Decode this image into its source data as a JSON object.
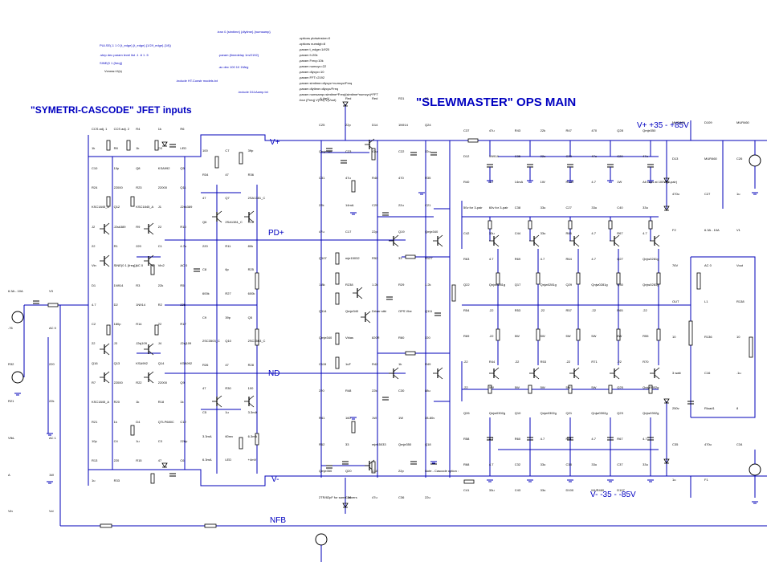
{
  "titles": {
    "input_stage": "\"SYMETRI-CASCODE\"  JFET inputs",
    "main": "\"SLEWMASTER\" OPS MAIN"
  },
  "rails": {
    "vplus_range": "V+ +35  -  +85V",
    "vminus_range": "V- -35 -  -85V"
  },
  "nets": {
    "vplus": "V+",
    "vminus": "V-",
    "pd_plus": "PD+",
    "nd_minus": "ND-",
    "nfb": "NFB"
  },
  "spice_directives": [
    {
      "text": ".tran 0 {simtime} {dlytime} {numsamp}"
    },
    {
      "text": "PULSE(-1 1 0 {t_edge} {t_edge} {1/2/f_edge} {1/f})"
    },
    {
      "text": ".step dec param level list .1 .6 1 .5"
    },
    {
      "text": "SINE(0 1 {freq})"
    },
    {
      "text": ".param {timedelay 1m/2192}"
    },
    {
      "text": ".ac dec 100 10 1Meg"
    },
    {
      "text": ".include HT.Constr models.txt"
    },
    {
      "text": ".include D11Aamp.txt"
    },
    {
      "text": ".options plotwinsize=0"
    },
    {
      "text": ".options numdgt=8"
    },
    {
      "text": ".param t_edge=1/f/20"
    },
    {
      "text": ".param f=20k"
    },
    {
      "text": ".param Freq=10k"
    },
    {
      "text": ".param numcyc=22"
    },
    {
      "text": ".param dlycyc=10"
    },
    {
      "text": ".param FFT=2192"
    },
    {
      "text": ".param simtime=dlycyc+numcyc/Freq"
    },
    {
      "text": ".param dlytime=dlycyc/Freq"
    },
    {
      "text": ".param numsamp=simtime*Freq/(simtime*numcyc)*FFT"
    },
    {
      "text": ".four {Freq} V(VN) V(Vout)"
    },
    {
      "text": "Vcross=V(s)"
    }
  ],
  "labels": [
    {
      "text": "CCS adj. 1"
    },
    {
      "text": "CCS adj. 2"
    },
    {
      "text": "R4"
    },
    {
      "text": "1k"
    },
    {
      "text": "R6"
    },
    {
      "text": "1k"
    },
    {
      "text": "R8"
    },
    {
      "text": "1k"
    },
    {
      "text": "D3"
    },
    {
      "text": "LED"
    },
    {
      "text": "C10"
    },
    {
      "text": "10p"
    },
    {
      "text": "Q8"
    },
    {
      "text": "KSA992"
    },
    {
      "text": "Q5"
    },
    {
      "text": "R24"
    },
    {
      "text": "22000"
    },
    {
      "text": "R23"
    },
    {
      "text": "22000"
    },
    {
      "text": "Q11"
    },
    {
      "text": "KSC1845_A"
    },
    {
      "text": "Q12"
    },
    {
      "text": "KSC1845_A"
    },
    {
      "text": "J1"
    },
    {
      "text": "J2sk389"
    },
    {
      "text": "J2"
    },
    {
      "text": "J2sk389"
    },
    {
      "text": "R9"
    },
    {
      "text": "22"
    },
    {
      "text": "R10"
    },
    {
      "text": "22"
    },
    {
      "text": "R1"
    },
    {
      "text": "220"
    },
    {
      "text": "C1"
    },
    {
      "text": "4.7u"
    },
    {
      "text": "Vin"
    },
    {
      "text": "SINE(0 1 {freq})"
    },
    {
      "text": "AC 0"
    },
    {
      "text": "Vin2"
    },
    {
      "text": "AC 0"
    },
    {
      "text": "D1"
    },
    {
      "text": "1N914"
    },
    {
      "text": "R3"
    },
    {
      "text": "22k"
    },
    {
      "text": "R5"
    },
    {
      "text": "4.7"
    },
    {
      "text": "D2"
    },
    {
      "text": "1N914"
    },
    {
      "text": "R2"
    },
    {
      "text": "22k"
    },
    {
      "text": "C2"
    },
    {
      "text": "180p"
    },
    {
      "text": "R14"
    },
    {
      "text": "22"
    },
    {
      "text": "R17"
    },
    {
      "text": "22"
    },
    {
      "text": "J3"
    },
    {
      "text": "J2sj109"
    },
    {
      "text": "J4"
    },
    {
      "text": "J2sj109"
    },
    {
      "text": "Q16"
    },
    {
      "text": "Q13"
    },
    {
      "text": "KSA992"
    },
    {
      "text": "Q14"
    },
    {
      "text": "KSA992"
    },
    {
      "text": "R7"
    },
    {
      "text": "22000"
    },
    {
      "text": "R22"
    },
    {
      "text": "22000"
    },
    {
      "text": "Q9"
    },
    {
      "text": "KSC1845_A"
    },
    {
      "text": "R20"
    },
    {
      "text": "1k"
    },
    {
      "text": "R18"
    },
    {
      "text": "1k"
    },
    {
      "text": "R21"
    },
    {
      "text": "1k"
    },
    {
      "text": "D4"
    },
    {
      "text": "QTLP680C"
    },
    {
      "text": "C12"
    },
    {
      "text": "10p"
    },
    {
      "text": "C4"
    },
    {
      "text": "1u"
    },
    {
      "text": "C3"
    },
    {
      "text": "220p"
    },
    {
      "text": "R13"
    },
    {
      "text": "220"
    },
    {
      "text": "R15"
    },
    {
      "text": "47"
    },
    {
      "text": "C6"
    },
    {
      "text": "1u"
    },
    {
      "text": "R33"
    },
    {
      "text": "100"
    },
    {
      "text": "C7"
    },
    {
      "text": "39p"
    },
    {
      "text": "R34"
    },
    {
      "text": "47"
    },
    {
      "text": "R36"
    },
    {
      "text": "47"
    },
    {
      "text": "Q7"
    },
    {
      "text": "2SA1381_C"
    },
    {
      "text": "Q6"
    },
    {
      "text": "2SA1381_C"
    },
    {
      "text": "R12"
    },
    {
      "text": "220"
    },
    {
      "text": "R11"
    },
    {
      "text": "80k"
    },
    {
      "text": "C8"
    },
    {
      "text": "6p"
    },
    {
      "text": "R25"
    },
    {
      "text": "600k"
    },
    {
      "text": "R27"
    },
    {
      "text": "600k"
    },
    {
      "text": "C9"
    },
    {
      "text": "39p"
    },
    {
      "text": "Q5"
    },
    {
      "text": "2SC3503_C"
    },
    {
      "text": "Q10"
    },
    {
      "text": "2SC3503_C"
    },
    {
      "text": "R26"
    },
    {
      "text": "47"
    },
    {
      "text": "R28"
    },
    {
      "text": "47"
    },
    {
      "text": "R30"
    },
    {
      "text": "100"
    },
    {
      "text": "C5"
    },
    {
      "text": "1u"
    },
    {
      "text": "3.3mA"
    },
    {
      "text": "3.3mA"
    },
    {
      "text": "60mv"
    },
    {
      "text": "6.3mA"
    },
    {
      "text": "6.3mA"
    },
    {
      "text": "LED"
    },
    {
      "text": "+4mV"
    },
    {
      "text": "-4.4mV"
    },
    {
      "text": "Red"
    },
    {
      "text": "Red"
    },
    {
      "text": "R31"
    },
    {
      "text": "22"
    },
    {
      "text": "C25"
    },
    {
      "text": "22p"
    },
    {
      "text": "D14"
    },
    {
      "text": "1N914"
    },
    {
      "text": "Q24"
    },
    {
      "text": "Qmje340"
    },
    {
      "text": "C23"
    },
    {
      "text": "47u"
    },
    {
      "text": "C22"
    },
    {
      "text": "22u"
    },
    {
      "text": "C31"
    },
    {
      "text": "47u"
    },
    {
      "text": "R46"
    },
    {
      "text": "470"
    },
    {
      "text": "R35"
    },
    {
      "text": "22k"
    },
    {
      "text": "14mA"
    },
    {
      "text": "C29"
    },
    {
      "text": "22u"
    },
    {
      "text": "C21"
    },
    {
      "text": "47u"
    },
    {
      "text": "C17"
    },
    {
      "text": "22p"
    },
    {
      "text": "Q19"
    },
    {
      "text": "Qmje340"
    },
    {
      "text": "Q107"
    },
    {
      "text": "mje15032"
    },
    {
      "text": "R52"
    },
    {
      "text": "33"
    },
    {
      "text": "R127"
    },
    {
      "text": "1.8k"
    },
    {
      "text": "R238"
    },
    {
      "text": "1.2k"
    },
    {
      "text": "R29"
    },
    {
      "text": "1.2k"
    },
    {
      "text": "Q114"
    },
    {
      "text": "Qmje340"
    },
    {
      "text": "Driver stbi"
    },
    {
      "text": "OPS Vbe"
    },
    {
      "text": "Q111"
    },
    {
      "text": "Qmje340"
    },
    {
      "text": "Vbias"
    },
    {
      "text": "820R"
    },
    {
      "text": "R60"
    },
    {
      "text": "220"
    },
    {
      "text": "C115"
    },
    {
      "text": "1uF"
    },
    {
      "text": "R42"
    },
    {
      "text": "1k"
    },
    {
      "text": "R49"
    },
    {
      "text": "220"
    },
    {
      "text": "R48"
    },
    {
      "text": "22k"
    },
    {
      "text": "C30"
    },
    {
      "text": "88u"
    },
    {
      "text": "R41"
    },
    {
      "text": "160"
    },
    {
      "text": "1W"
    },
    {
      "text": "1W"
    },
    {
      "text": "28-80v"
    },
    {
      "text": "R62"
    },
    {
      "text": "33"
    },
    {
      "text": "mje15033"
    },
    {
      "text": "Qmje350"
    },
    {
      "text": "Q18"
    },
    {
      "text": "Qmje350"
    },
    {
      "text": "Q20"
    },
    {
      "text": "C18"
    },
    {
      "text": "22p"
    },
    {
      "text": "Note - Cascode option :"
    },
    {
      "text": "2TR/82pF for same drivers"
    },
    {
      "text": "C34"
    },
    {
      "text": "47u"
    },
    {
      "text": "C36"
    },
    {
      "text": "22u"
    },
    {
      "text": "C37"
    },
    {
      "text": "47u"
    },
    {
      "text": "R43"
    },
    {
      "text": "22k"
    },
    {
      "text": "R47"
    },
    {
      "text": "470"
    },
    {
      "text": "Q28"
    },
    {
      "text": "Qmje350"
    },
    {
      "text": "D12"
    },
    {
      "text": "1N914"
    },
    {
      "text": "C35"
    },
    {
      "text": "22u"
    },
    {
      "text": "C33"
    },
    {
      "text": "47u"
    },
    {
      "text": "C20"
    },
    {
      "text": "47u"
    },
    {
      "text": "R40"
    },
    {
      "text": "4.7"
    },
    {
      "text": "14mA"
    },
    {
      "text": "1W"
    },
    {
      "text": "R139"
    },
    {
      "text": "4.7"
    },
    {
      "text": "1W"
    },
    {
      "text": "All caps at 100V (8-pair)"
    },
    {
      "text": "50v for 3-pair"
    },
    {
      "text": "60v for 3-pair"
    },
    {
      "text": "C38"
    },
    {
      "text": "33u"
    },
    {
      "text": "C27"
    },
    {
      "text": "33u"
    },
    {
      "text": "C40"
    },
    {
      "text": "33u"
    },
    {
      "text": "C42"
    },
    {
      "text": "33u"
    },
    {
      "text": "C44"
    },
    {
      "text": "33u"
    },
    {
      "text": "R66"
    },
    {
      "text": "4.7"
    },
    {
      "text": "R67"
    },
    {
      "text": "4.7"
    },
    {
      "text": "R63"
    },
    {
      "text": "4.7"
    },
    {
      "text": "R69"
    },
    {
      "text": "4.7"
    },
    {
      "text": "R64"
    },
    {
      "text": "4.7"
    },
    {
      "text": "Q27"
    },
    {
      "text": "Qnjw0281g"
    },
    {
      "text": "Q22"
    },
    {
      "text": "Qnjw0281g"
    },
    {
      "text": "Q17"
    },
    {
      "text": "Qnjw0281g"
    },
    {
      "text": "Q29"
    },
    {
      "text": "Qnjw0281g"
    },
    {
      "text": "Q30"
    },
    {
      "text": "Qnjw0281g"
    },
    {
      "text": "R54"
    },
    {
      "text": ".22"
    },
    {
      "text": "R53"
    },
    {
      "text": ".22"
    },
    {
      "text": "R57"
    },
    {
      "text": ".22"
    },
    {
      "text": "R65"
    },
    {
      "text": ".22"
    },
    {
      "text": "R69"
    },
    {
      "text": ".22"
    },
    {
      "text": "5W"
    },
    {
      "text": "5W"
    },
    {
      "text": "5W"
    },
    {
      "text": "5W"
    },
    {
      "text": "5W"
    },
    {
      "text": "R55"
    },
    {
      "text": ".22"
    },
    {
      "text": "R44"
    },
    {
      "text": ".22"
    },
    {
      "text": "R53"
    },
    {
      "text": ".22"
    },
    {
      "text": "R71"
    },
    {
      "text": ".22"
    },
    {
      "text": "R70"
    },
    {
      "text": ".22"
    },
    {
      "text": "5W"
    },
    {
      "text": "5W"
    },
    {
      "text": "5W"
    },
    {
      "text": "5W"
    },
    {
      "text": "5W"
    },
    {
      "text": "Q25"
    },
    {
      "text": "Qnjw0302g"
    },
    {
      "text": "Q26"
    },
    {
      "text": "Qnjw0302g"
    },
    {
      "text": "Q10"
    },
    {
      "text": "Qnjw0302g"
    },
    {
      "text": "Q21"
    },
    {
      "text": "Qnjw0302g"
    },
    {
      "text": "Q23"
    },
    {
      "text": "Qnjw0302g"
    },
    {
      "text": "R58"
    },
    {
      "text": "4.7"
    },
    {
      "text": "R60"
    },
    {
      "text": "4.7"
    },
    {
      "text": "R61"
    },
    {
      "text": "4.7"
    },
    {
      "text": "R67"
    },
    {
      "text": "4.7"
    },
    {
      "text": "R68"
    },
    {
      "text": "4.7"
    },
    {
      "text": "C32"
    },
    {
      "text": "33u"
    },
    {
      "text": "C38"
    },
    {
      "text": "33u"
    },
    {
      "text": "C37"
    },
    {
      "text": "33u"
    },
    {
      "text": "C41"
    },
    {
      "text": "33u"
    },
    {
      "text": "C43"
    },
    {
      "text": "33u"
    },
    {
      "text": "D100"
    },
    {
      "text": "MUR460"
    },
    {
      "text": "D107"
    },
    {
      "text": "MUR460"
    },
    {
      "text": "D109"
    },
    {
      "text": "MUR460"
    },
    {
      "text": "D13"
    },
    {
      "text": "MUR460"
    },
    {
      "text": "C26"
    },
    {
      "text": "470u"
    },
    {
      "text": "C27"
    },
    {
      "text": "1u"
    },
    {
      "text": "F2"
    },
    {
      "text": "6.3A - 10A"
    },
    {
      "text": "V1"
    },
    {
      "text": "76V"
    },
    {
      "text": "AC 0"
    },
    {
      "text": "Vout"
    },
    {
      "text": "OUT"
    },
    {
      "text": "L1"
    },
    {
      "text": "R138"
    },
    {
      "text": "10"
    },
    {
      "text": "R136"
    },
    {
      "text": "10"
    },
    {
      "text": "3 watt"
    },
    {
      "text": "C16"
    },
    {
      "text": ".1u"
    },
    {
      "text": "250v"
    },
    {
      "text": "Rload1"
    },
    {
      "text": "8"
    },
    {
      "text": "C35"
    },
    {
      "text": "470u"
    },
    {
      "text": "C34"
    },
    {
      "text": "1u"
    },
    {
      "text": "F1"
    },
    {
      "text": "6.3A - 10A"
    },
    {
      "text": "V3"
    },
    {
      "text": "-76"
    },
    {
      "text": "AC 0"
    },
    {
      "text": "R32"
    },
    {
      "text": "220"
    },
    {
      "text": "R21"
    },
    {
      "text": "22k"
    },
    {
      "text": "VfbL"
    },
    {
      "text": "AC 1"
    },
    {
      "text": "A"
    },
    {
      "text": "1W"
    },
    {
      "text": "Vin"
    },
    {
      "text": "Vcl"
    }
  ],
  "colors": {
    "wire": "#0000b8",
    "title": "#0000c0",
    "text": "#000000",
    "background": "#ffffff"
  }
}
